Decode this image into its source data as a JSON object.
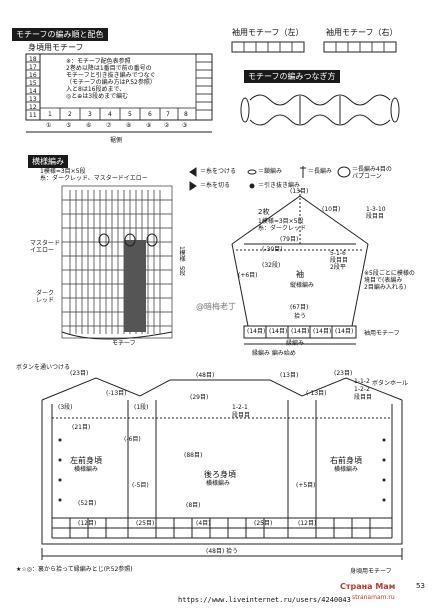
{
  "motif_header": "モチーフの編み順と配色",
  "body_motif_title": "身頃用モチーフ",
  "body_motif_notes": [
    "※：モチーフ配色表参照",
    "2巻め以降は1番目で前の番号の",
    "モチーフと引き抜き編みでつなぐ",
    "（モチーフの編み方はP.52参照）",
    "入と8は16段めまで、",
    "◎と⊕は3段めまで編む"
  ],
  "body_row_numbers": [
    "18",
    "17",
    "16",
    "15",
    "14",
    "13",
    "12",
    "11"
  ],
  "body_col_numbers": [
    "1",
    "2",
    "3",
    "4",
    "5",
    "6",
    "7",
    "8"
  ],
  "body_bottom_marks": [
    "①",
    "⑤",
    "⑥",
    "⑦",
    "⑧",
    "⑨",
    "②",
    "③"
  ],
  "body_bottom_label": "裾側",
  "sleeve_left_title": "袖用モチーフ（左）",
  "sleeve_right_title": "袖用モチーフ（右）",
  "join_header": "モチーフの編みつなぎ方",
  "border_header": "横様編み",
  "border_notes": [
    "1模様=3目×5段",
    "糸：ダークレッド、マスタードイエロー"
  ],
  "border_labels": {
    "mustard": "マスタード\nイエロー",
    "darkred": "ダーク\nレッド",
    "motif": "モチーフ",
    "pattern1": "1模様",
    "rows5": "5段"
  },
  "legend": {
    "attach": "＝糸をつける",
    "cut": "＝糸を切る",
    "chain": "＝鎖編み",
    "slip": "＝引き抜き編み",
    "long": "＝長編み",
    "popcorn": "＝長編み4目の\nパプコーン"
  },
  "sleeve": {
    "top": "(13目)",
    "top_sub": "(10目)",
    "label": "袖",
    "count": "2枚",
    "notes": [
      "1模様=3目×5段",
      "糸：ダークレッド"
    ],
    "side_rows": "(-30目)",
    "rows79": "(79目)",
    "row_info": [
      "1-3-10",
      "段目目",
      "5-1-6",
      "段目目",
      "2段平"
    ],
    "left_plus": "(+6目)",
    "mid_rows": "(32段)",
    "border": "縦様編み",
    "motif": "袖用モチーフ",
    "bottom": "(67目)",
    "bottom_sub": "拾う",
    "cuff_cells": [
      "(14目)",
      "(14目)",
      "(14目)",
      "(14目)",
      "(14目)"
    ],
    "cuff_text": "縁編み",
    "cuff_start": "縁編み 編み始め",
    "side_note": "※5段ごとに模様の\n境目で(表編み\n2目編み入れる)"
  },
  "watermark": "@暗梅老丁",
  "body": {
    "button_note": "ボタンを通いつける",
    "button_label": "ボタンホール",
    "left_front": "左前身頃",
    "left_front_sub": "横様編み",
    "back": "後ろ身頃",
    "back_sub": "横様編み",
    "right_front": "右前身頃",
    "right_front_sub": "横様編み",
    "top_labels": [
      "(48目)",
      "(23目)",
      "(-13目)",
      "(29目)",
      "(-6目)",
      "(13目)",
      "(-13目)",
      "(23目)"
    ],
    "mid_labels": [
      "1-2-1",
      "段目目",
      "1-1-2",
      "1-2-2",
      "段目目"
    ],
    "side_counts": [
      "(88目)",
      "(21目)",
      "(1段)",
      "(3段)",
      "(8目)",
      "(52目)",
      "(-5目)",
      "(+5目)"
    ],
    "bottom_labels": [
      "(12目)",
      "(25目)",
      "(4目)",
      "(12目)",
      "(25目)",
      "(48目)"
    ],
    "pick": "拾う",
    "footnote": "★☆◎：裏から拾って縁編みとじ(P.52参照)",
    "footnote_right": "身頃用モチーフ"
  },
  "url": "https://www.liveinternet.ru/users/4240043",
  "site": "Страна Мам",
  "site_url": "stranamam.ru",
  "page_number": "53"
}
